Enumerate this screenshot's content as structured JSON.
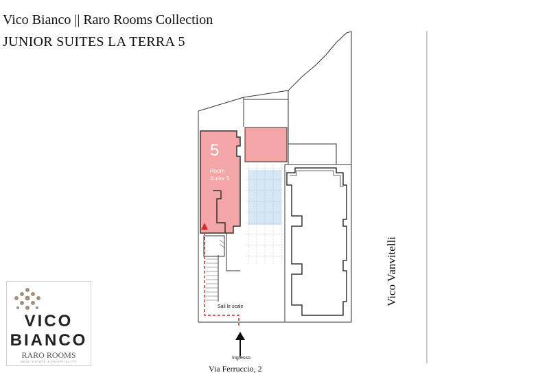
{
  "header": {
    "title": "Vico Bianco || Raro Rooms Collection",
    "subtitle": "JUNIOR SUITES LA TERRA 5"
  },
  "plan": {
    "room_number": "5",
    "room_name_line1": "Room",
    "room_name_line2": "Junior 5",
    "stairs_label": "Sali le scale",
    "entrance_label": "Ingresso",
    "street_bottom": "Via  Ferruccio, 2",
    "street_right": "Vico Vanvitelli"
  },
  "logo": {
    "word1": "VICO",
    "word2": "BIANCO",
    "brand": "RARO ROOMS",
    "tagline": "REAL ESTATE & HOSPITALITY"
  },
  "colors": {
    "room_fill": "#f4a6a6",
    "terrace_fill": "#d6e6f5",
    "path_red": "#d62b2b",
    "logo_brown": "#a0907f"
  }
}
